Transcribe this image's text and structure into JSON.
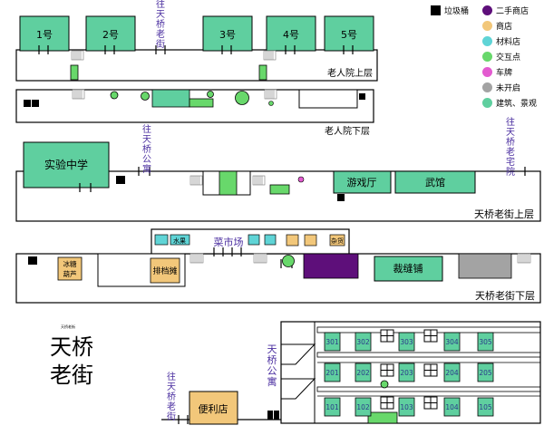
{
  "legend": {
    "items": [
      {
        "label": "垃圾桶",
        "shape": "square",
        "color": "#000000"
      },
      {
        "label": "二手商店",
        "shape": "circle",
        "color": "#5e0f7a"
      },
      {
        "label": "商店",
        "shape": "circle",
        "color": "#f2c77a"
      },
      {
        "label": "材料店",
        "shape": "circle",
        "color": "#5fd4d6"
      },
      {
        "label": "交互点",
        "shape": "circle",
        "color": "#68d86b"
      },
      {
        "label": "车牌",
        "shape": "circle",
        "color": "#e35bd0"
      },
      {
        "label": "未开启",
        "shape": "circle",
        "color": "#a3a3a3"
      },
      {
        "label": "建筑、景观",
        "shape": "circle",
        "color": "#5fcf9f"
      }
    ]
  },
  "floors": {
    "elder_upper": "老人院上层",
    "elder_lower": "老人院下层",
    "old_street_upper": "天桥老街上层",
    "old_street_lower": "天桥老街下层"
  },
  "elder_rooms": [
    "1号",
    "2号",
    "3号",
    "4号",
    "5号"
  ],
  "directions": {
    "to_old_street_top": "往天桥老街",
    "to_apartment": "往天桥公寓",
    "to_old_residence": "往天桥老宅院",
    "to_old_street_bottom": "往天桥老街"
  },
  "places": {
    "school": "实验中学",
    "arcade": "游戏厅",
    "martial_hall": "武馆",
    "vegetable_market": "菜市场",
    "fruit": "水果",
    "groceries": "杂货",
    "candied_haws": "冰糖葫芦",
    "food_stall": "排档摊",
    "tailor": "裁缝铺",
    "convenience_store": "便利店",
    "apartment": "天桥公寓"
  },
  "apartment_rooms": {
    "floor3": [
      "301",
      "302",
      "303",
      "304",
      "305"
    ],
    "floor2": [
      "201",
      "202",
      "203",
      "204",
      "205"
    ],
    "floor1": [
      "101",
      "102",
      "103",
      "104",
      "105"
    ]
  },
  "title": {
    "main_line1": "天桥",
    "main_line2": "老街",
    "small": "天桥老街"
  },
  "colors": {
    "building": "#5fcf9f",
    "material": "#5fd4d6",
    "shop": "#f2c77a",
    "interact": "#68d86b",
    "secondhand": "#5e0f7a",
    "closed": "#a3a3a3",
    "plate": "#e35bd0",
    "trash": "#000000",
    "direction_text": "#4b2fa0"
  }
}
